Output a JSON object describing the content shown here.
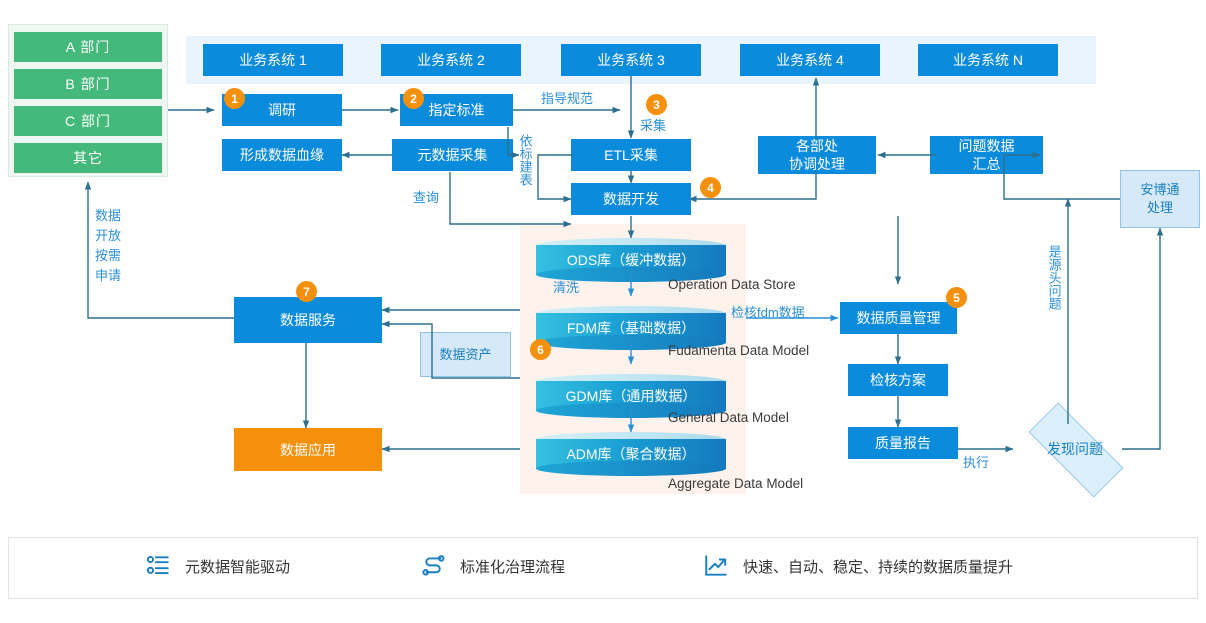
{
  "departments": {
    "items": [
      {
        "label": "A 部门"
      },
      {
        "label": "B 部门"
      },
      {
        "label": "C 部门"
      },
      {
        "label": "其它"
      }
    ]
  },
  "business_systems": [
    {
      "label": "业务系统 1"
    },
    {
      "label": "业务系统 2"
    },
    {
      "label": "业务系统 3"
    },
    {
      "label": "业务系统 4"
    },
    {
      "label": "业务系统 N"
    }
  ],
  "process": {
    "research": "调研",
    "standard": "指定标准",
    "etl": "ETL采集",
    "data_dev": "数据开发",
    "meta_collect": "元数据采集",
    "lineage": "形成数据血缘",
    "dept_coord": "各部处\n协调处理",
    "problem_summary": "问题数据\n汇总",
    "anbotong": "安博通\n处理",
    "data_service": "数据服务",
    "data_asset": "数据资产",
    "data_app": "数据应用",
    "quality_mgmt": "数据质量管理",
    "check_plan": "检核方案",
    "quality_report": "质量报告",
    "find_problem": "发现问题"
  },
  "databases": [
    {
      "name": "ODS库（缓冲数据）",
      "english": "Operation Data Store"
    },
    {
      "name": "FDM库（基础数据）",
      "english": "Fudamenta Data Model"
    },
    {
      "name": "GDM库（通用数据）",
      "english": "General Data Model"
    },
    {
      "name": "ADM库（聚合数据）",
      "english": "Aggregate Data Model"
    }
  ],
  "edge_labels": {
    "guide_norm": "指导规范",
    "collect": "采集",
    "build_by_standard": "依标建表",
    "query": "查询",
    "clean": "清洗",
    "check_fdm": "检核fdm数据",
    "execute": "执行",
    "is_source_problem": "是源头问题",
    "data_open": "数据\n开放\n按需\n申请"
  },
  "badges": [
    {
      "num": "1"
    },
    {
      "num": "2"
    },
    {
      "num": "3"
    },
    {
      "num": "4"
    },
    {
      "num": "5"
    },
    {
      "num": "6"
    },
    {
      "num": "7"
    }
  ],
  "legend": [
    {
      "icon": "metadata-list-icon",
      "label": "元数据智能驱动"
    },
    {
      "icon": "flow-nodes-icon",
      "label": "标准化治理流程"
    },
    {
      "icon": "trend-up-chart-icon",
      "label": "快速、自动、稳定、持续的数据质量提升"
    }
  ],
  "colors": {
    "blue": "#0b8bdb",
    "green": "#45b97c",
    "orange": "#f5900c",
    "light_blue": "#d6e9f8",
    "band_bg": "#eaf4fd",
    "db_zone_bg": "#fdf3ec",
    "line": "#2e6f8e"
  }
}
